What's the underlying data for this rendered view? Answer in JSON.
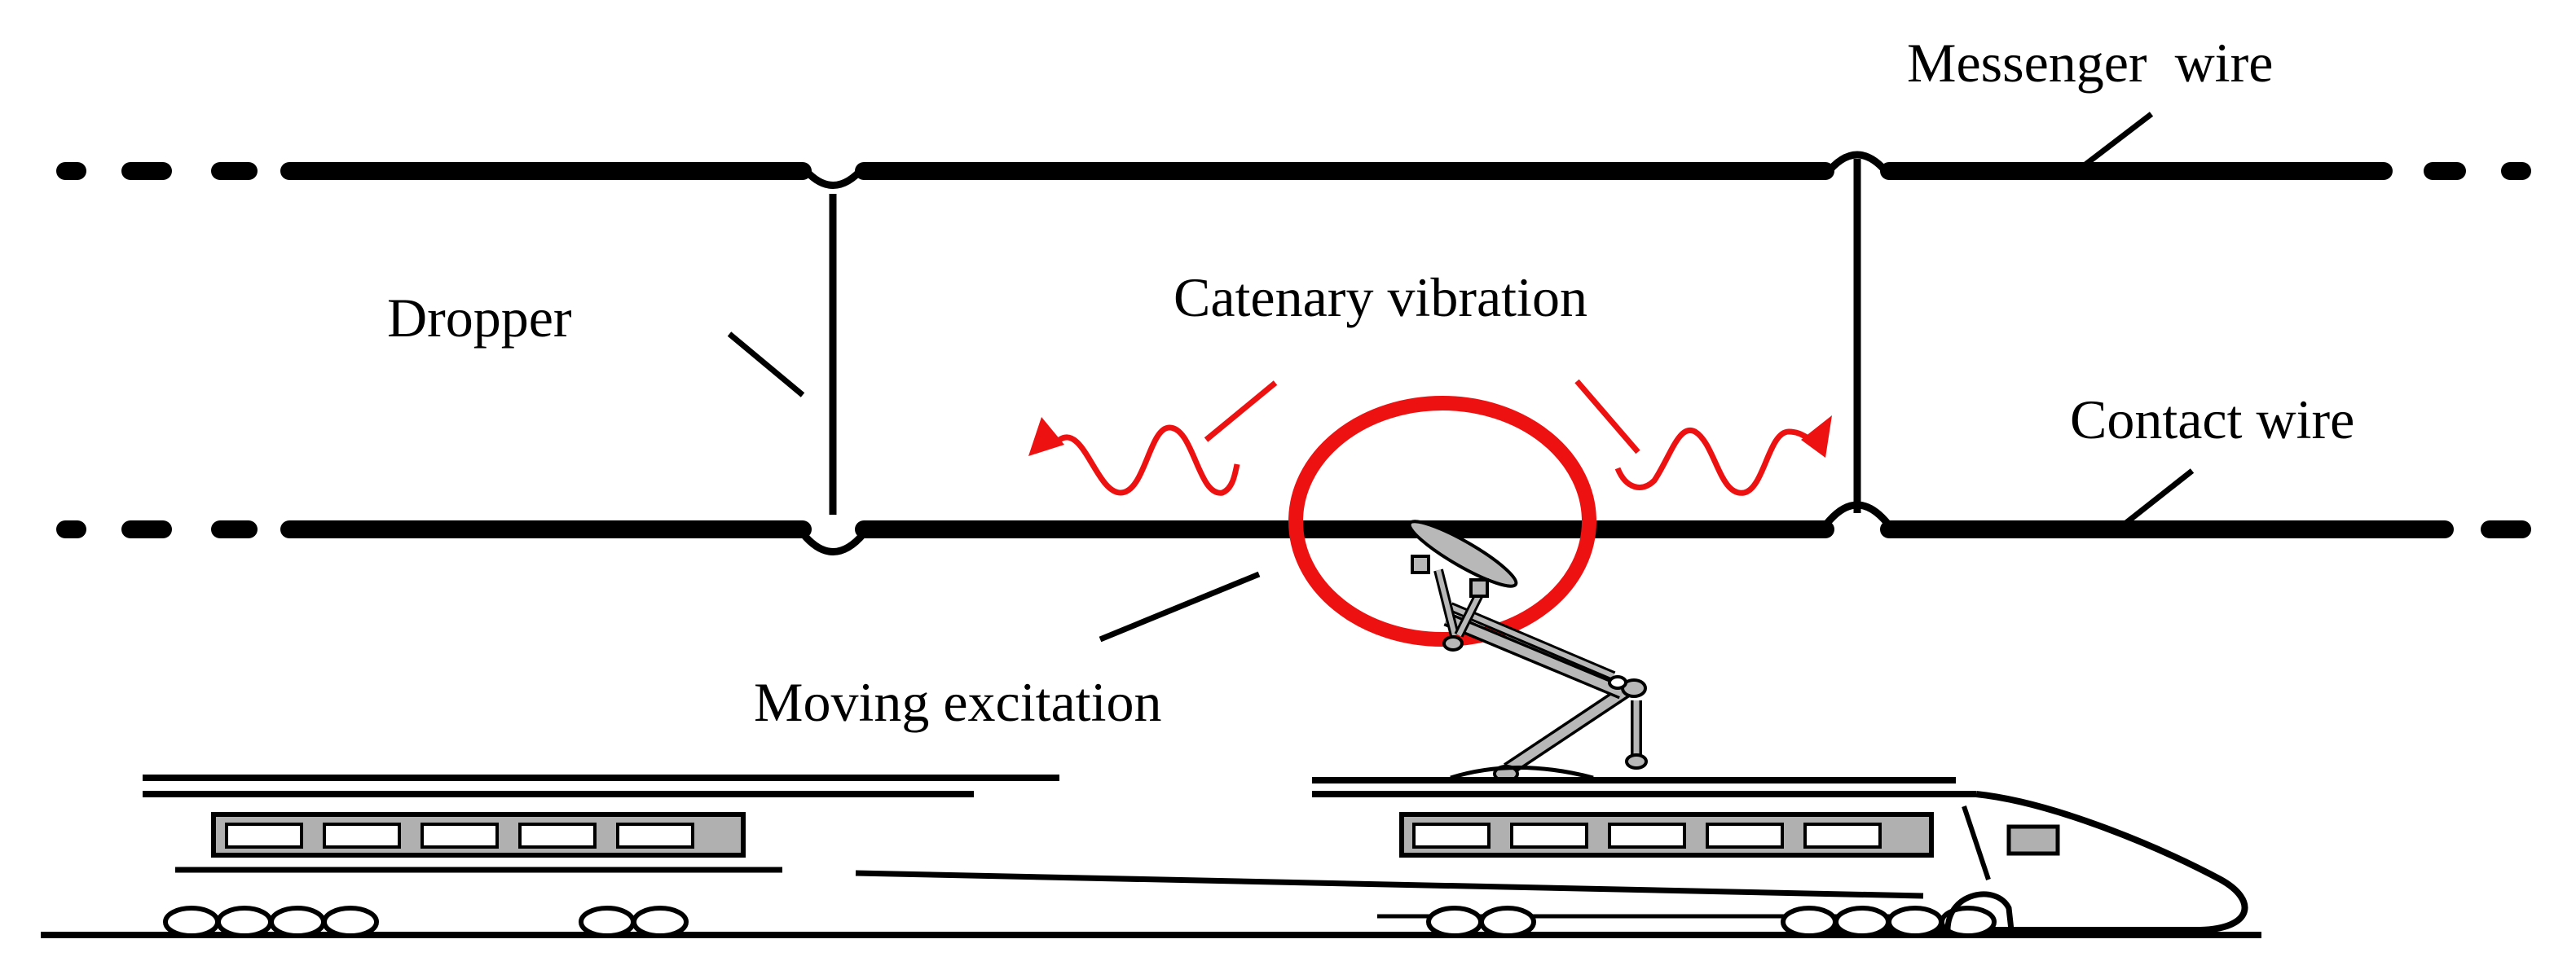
{
  "labels": {
    "messenger_wire": "Messenger  wire",
    "dropper": "Dropper",
    "catenary_vibration": "Catenary vibration",
    "contact_wire": "Contact wire",
    "moving_excitation": "Moving excitation"
  },
  "colors": {
    "line": "#000000",
    "accent": "#ee1111",
    "train_window": "#ffffff",
    "train_pillar": "#b0b0b0",
    "pantograph": "#b8b8b8"
  },
  "icons": [
    "train-icon",
    "pantograph-icon",
    "wave-arrow-icon"
  ]
}
